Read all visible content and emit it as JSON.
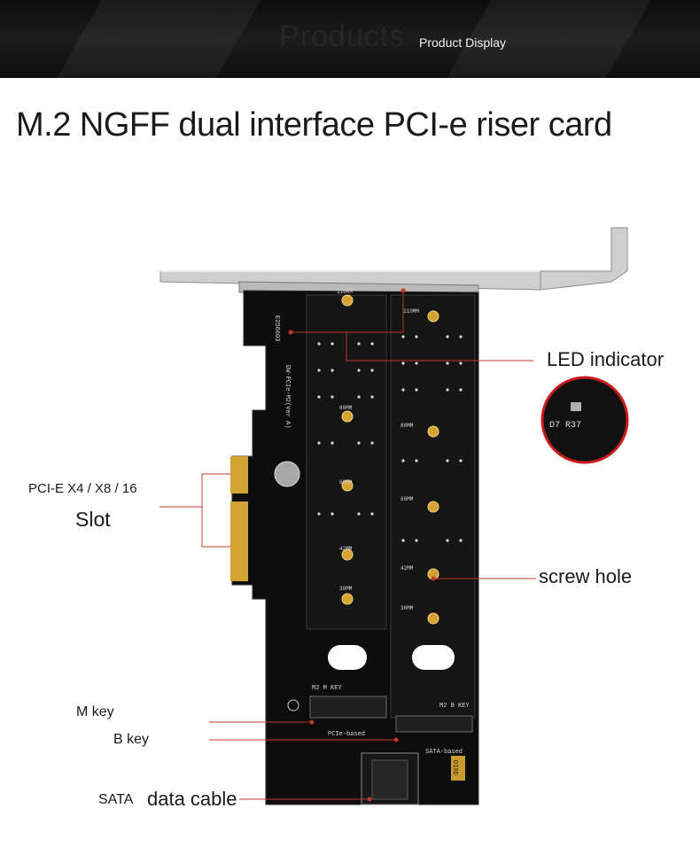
{
  "header": {
    "ghost_text": "Products",
    "label": "Product Display"
  },
  "title": "M.2 NGFF dual interface PCI-e riser card",
  "callouts": {
    "pcie": "PCI-E X4 / X8 / 16",
    "slot": "Slot",
    "led": "LED indicator",
    "screw": "screw hole",
    "mkey": "M key",
    "bkey": "B key",
    "sata": "SATA",
    "cable": "data cable"
  },
  "board": {
    "m_slot_sizes": [
      "110MM",
      "80MM",
      "60MM",
      "42MM",
      "30MM"
    ],
    "b_slot_sizes": [
      "110MM",
      "80MM",
      "60MM",
      "42MM",
      "30MM"
    ],
    "m_key_label": "M2 M KEY",
    "b_key_label": "M2 B KEY",
    "pcie_based": "PCIe-based",
    "sata_based": "SATA-based",
    "model": "DW-PCIe-M2(Ver A)",
    "code": "E256603",
    "led_zoom_text": "D7 R37",
    "brand_chip": "DIXD",
    "colors": {
      "board": "#0d0d0d",
      "gold": "#d5a234",
      "line": "#c0392b",
      "bracket": "#c7c7c7"
    }
  }
}
